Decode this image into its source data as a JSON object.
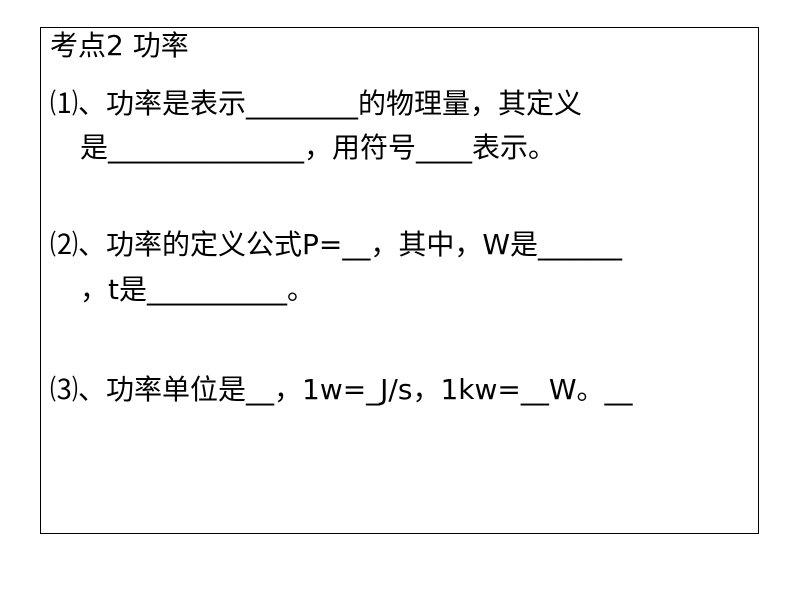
{
  "heading": "考点2  功率",
  "items": [
    {
      "line1": "⑴、功率是表示________的物理量，其定义",
      "line2": "是______________，用符号____表示。"
    },
    {
      "line1": "⑵、功率的定义公式P=__，其中，W是______",
      "line2": "，t是__________。"
    },
    {
      "line1": "⑶、功率单位是__，1w=_J/s，1kw=__W。__"
    }
  ]
}
